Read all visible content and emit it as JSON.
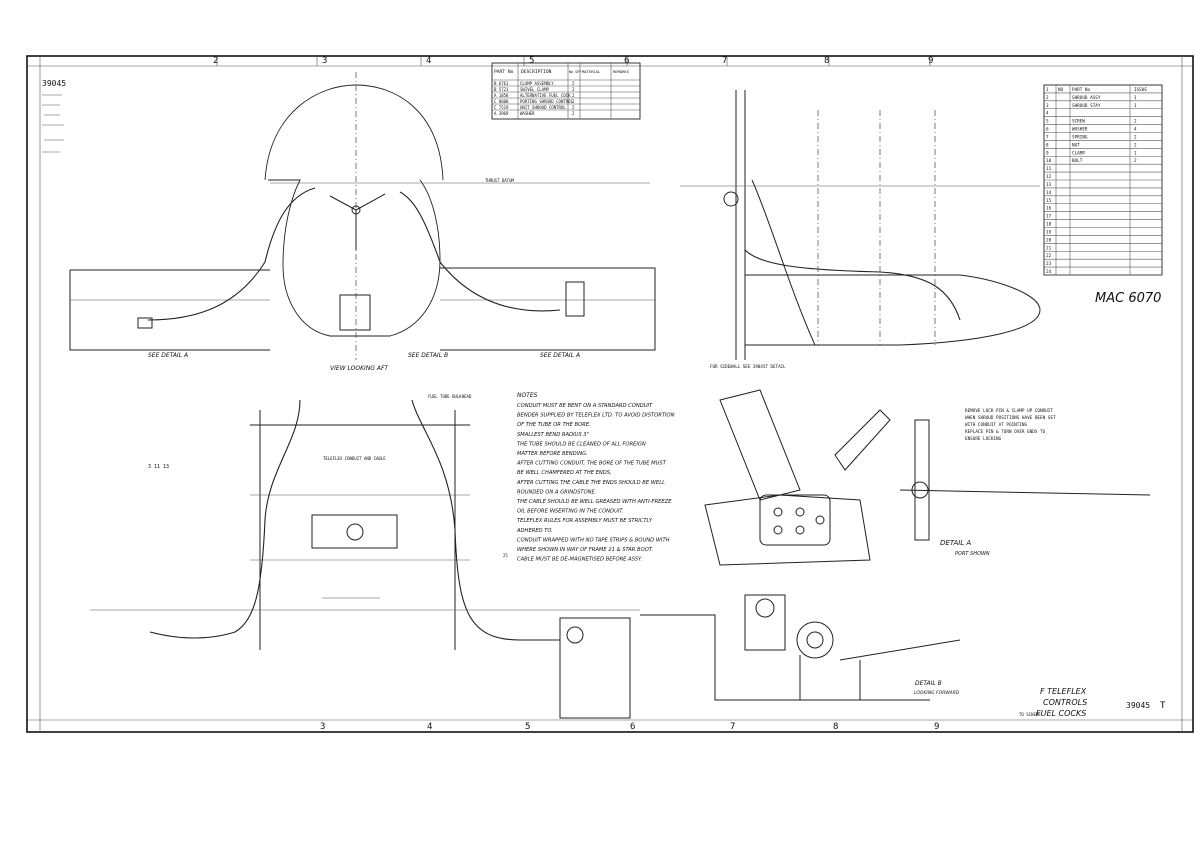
{
  "sheet": {
    "top_left_ref": "39045",
    "bottom_right_ref": "39045",
    "drawing_number": "MAC 6070",
    "title_lines": [
      "F TELEFLEX",
      "CONTROLS",
      "FUEL COCKS"
    ],
    "sheet_letter": "T",
    "bottom_note": "TO SCHEME"
  },
  "grid": {
    "top_numbers": [
      "2",
      "3",
      "4",
      "5",
      "6",
      "7",
      "8",
      "9"
    ],
    "bottom_numbers": [
      "3",
      "4",
      "5",
      "6",
      "7",
      "8",
      "9"
    ]
  },
  "parts_table": {
    "headers": [
      "PART No",
      "DESCRIPTION",
      "No OFF",
      "MATERIAL",
      "REMARKS"
    ],
    "rows": [
      [
        "B 6761",
        "CLAMP ASSEMBLY",
        "2",
        "",
        ""
      ],
      [
        "B 5721",
        "SWIVEL CLAMP",
        "2",
        "",
        ""
      ],
      [
        "A 1858",
        "ALTERNATIVE FUEL COCK",
        "2",
        "",
        ""
      ],
      [
        "C 8008",
        "PORTING SHROUD CONTROL",
        "2",
        "",
        ""
      ],
      [
        "C 7519",
        "UNIT SHROUD CONTROL",
        "2",
        "",
        ""
      ],
      [
        "A 3969",
        "WASHER",
        "2",
        "",
        ""
      ]
    ]
  },
  "views": {
    "looking_aft": "VIEW LOOKING AFT",
    "detail_a_1": "SEE DETAIL A",
    "detail_b": "SEE DETAIL B",
    "detail_a_2": "SEE DETAIL A",
    "side_view_note": "FOR SIDEWALL SEE 39045T DETAIL",
    "detail_a_label": "DETAIL A",
    "detail_a_sub": "PORT SHOWN",
    "detail_b_label": "DETAIL B",
    "detail_b_sub": "LOOKING FORWARD",
    "fuel_cock_tube": "FUEL TUBE BULKHEAD",
    "teleflex_conduit": "TELEFLEX CONDUIT AND CABLE",
    "dims_left": "3  11  13",
    "spacer": "25"
  },
  "notes": {
    "title": "NOTES",
    "lines": [
      "CONDUIT MUST BE BENT ON A STANDARD CONDUIT",
      "BENDER SUPPLIED BY TELEFLEX LTD. TO AVOID DISTORTION",
      "OF THE TUBE OR THE BORE.",
      "SMALLEST BEND RADIUS 3\"",
      "THE TUBE SHOULD BE CLEANED OF ALL FOREIGN",
      "MATTER BEFORE BENDING.",
      "AFTER CUTTING CONDUIT, THE BORE OF THE TUBE MUST",
      "BE WELL CHAMFERED AT THE ENDS.",
      "AFTER CUTTING THE CABLE THE ENDS SHOULD BE WELL",
      "ROUNDED ON A GRINDSTONE.",
      "THE CABLE SHOULD BE WELL GREASED WITH ANTI-FREEZE",
      "OIL BEFORE INSERTING IN THE CONDUIT.",
      "TELEFLEX RULES FOR ASSEMBLY MUST BE STRICTLY",
      "ADHERED TO.",
      "CONDUIT WRAPPED WITH NO TAPE STRIPS & BOUND WITH",
      "WHERE SHOWN IN WAY OF FRAME 21 & STAR BOOT.",
      "CABLE MUST BE DE-MAGNETISED BEFORE ASSY."
    ]
  },
  "right_note": [
    "REMOVE LOCK PIN & CLAMP UP CONDUIT",
    "WHEN SHROUD POSITIONS HAVE BEEN SET",
    "WITH CONDUIT AT POINTING",
    "REPLACE PIN & TURN OVER ENDS TO",
    "ENSURE LOCKING"
  ],
  "schedule": {
    "rows": [
      [
        "1",
        "NO",
        "PART No",
        "ISSUE"
      ],
      [
        "2",
        "",
        "SHROUD ASSY",
        "1"
      ],
      [
        "3",
        "",
        "SHROUD STAY",
        "1"
      ],
      [
        "4",
        "",
        "",
        ""
      ],
      [
        "5",
        "",
        "SCREW",
        "2"
      ],
      [
        "6",
        "",
        "WASHER",
        "4"
      ],
      [
        "7",
        "",
        "SPRING",
        "2"
      ],
      [
        "8",
        "",
        "NUT",
        "2"
      ],
      [
        "9",
        "",
        "CLAMP",
        "1"
      ],
      [
        "10",
        "",
        "BOLT",
        "2"
      ],
      [
        "11",
        "",
        "",
        ""
      ],
      [
        "12",
        "",
        "",
        ""
      ],
      [
        "13",
        "",
        "",
        ""
      ],
      [
        "14",
        "",
        "",
        ""
      ],
      [
        "15",
        "",
        "",
        ""
      ],
      [
        "16",
        "",
        "",
        ""
      ],
      [
        "17",
        "",
        "",
        ""
      ],
      [
        "18",
        "",
        "",
        ""
      ],
      [
        "19",
        "",
        "",
        ""
      ],
      [
        "20",
        "",
        "",
        ""
      ],
      [
        "21",
        "",
        "",
        ""
      ],
      [
        "22",
        "",
        "",
        ""
      ],
      [
        "23",
        "",
        "",
        ""
      ],
      [
        "24",
        "",
        "",
        ""
      ]
    ]
  }
}
